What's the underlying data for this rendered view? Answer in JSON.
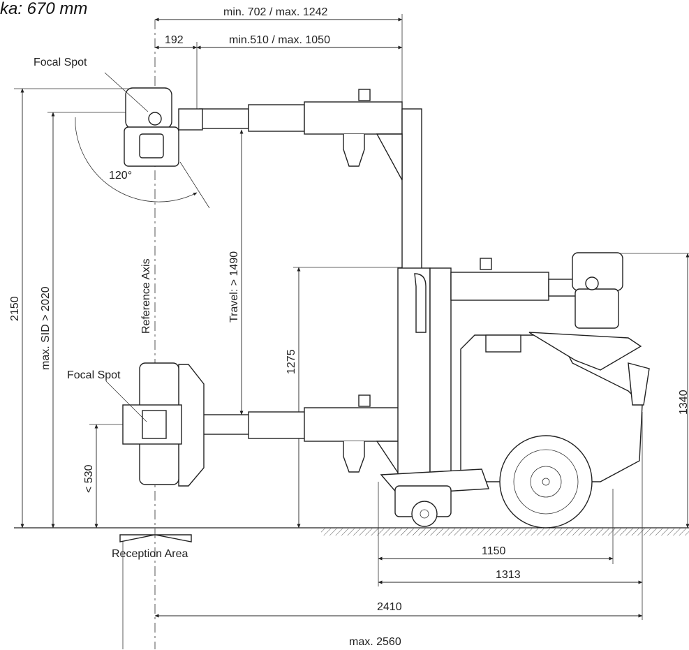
{
  "header": {
    "caption_fragment": "ka: 670 mm"
  },
  "dimensions": {
    "top_total": "min. 702 / max. 1242",
    "offset": "192",
    "arm_travel": "min.510 / max. 1050",
    "height_total": "2150",
    "max_sid": "max. SID > 2020",
    "travel": "Travel: > 1490",
    "column_height": "1275",
    "low_position": "< 530",
    "right_height": "1340",
    "wheelbase": "1150",
    "base_length": "1313",
    "overall_length": "2410",
    "max_length": "max. 2560"
  },
  "labels": {
    "focal_spot_top": "Focal Spot",
    "focal_spot_bottom": "Focal Spot",
    "angle": "120°",
    "reference_axis": "Reference Axis",
    "reception_area": "Reception Area"
  }
}
